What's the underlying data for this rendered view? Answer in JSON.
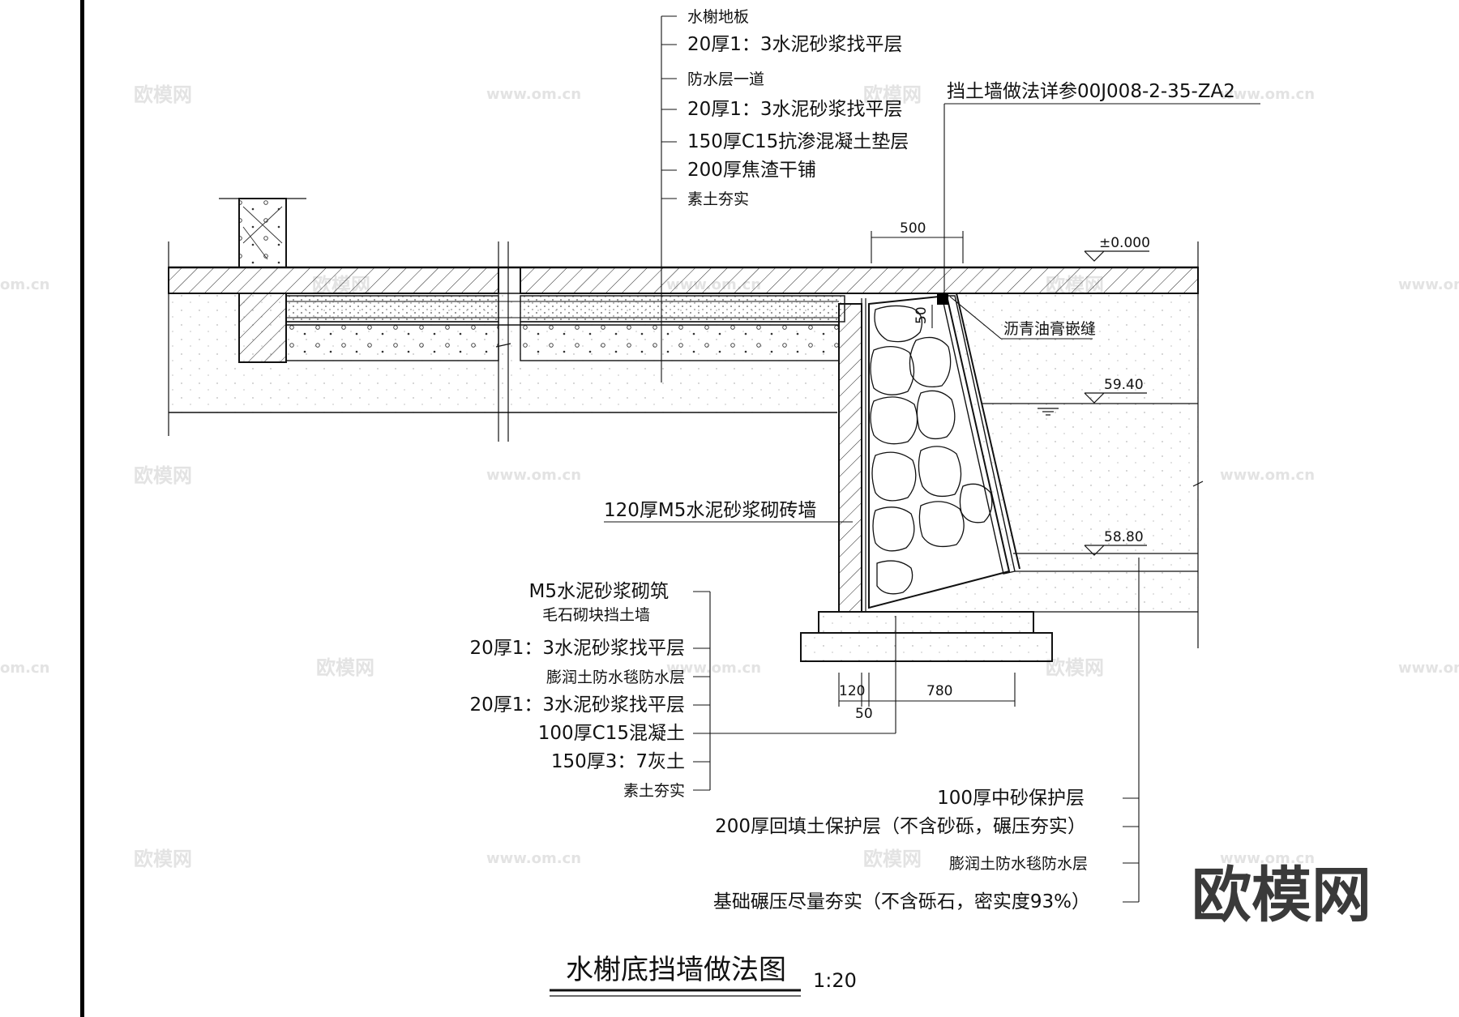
{
  "drawing": {
    "title": "水榭底挡墙做法图",
    "scale": "1:20"
  },
  "top_layers": [
    "水榭地板",
    "20厚1：3水泥砂浆找平层",
    "防水层一道",
    "20厚1：3水泥砂浆找平层",
    "150厚C15抗渗混凝土垫层",
    "200厚焦渣干铺",
    "素土夯实"
  ],
  "reference_note": "挡土墙做法详参00J008-2-35-ZA2",
  "joint_note": "沥青油膏嵌缝",
  "brick_wall_note": "120厚M5水泥砂浆砌砖墙",
  "left_layers": [
    "M5水泥砂浆砌筑",
    "毛石砌块挡土墙",
    "20厚1：3水泥砂浆找平层",
    "膨润土防水毯防水层",
    "20厚1：3水泥砂浆找平层",
    "100厚C15混凝土",
    "150厚3：7灰土",
    "素土夯实"
  ],
  "right_layers": [
    "100厚中砂保护层",
    "200厚回填土保护层（不含砂砾，碾压夯实）",
    "膨润土防水毯防水层",
    "基础碾压尽量夯实（不含砾石，密实度93%）"
  ],
  "elevations": {
    "ground": "±0.000",
    "water_level": "59.40",
    "bottom": "58.80"
  },
  "dimensions": {
    "top_width": "500",
    "joint": "50",
    "brick": "120",
    "base_width": "780",
    "offset": "50"
  },
  "watermarks": {
    "brand": "欧模网",
    "url": "www.om.cn",
    "url_partial": "om.cn"
  }
}
